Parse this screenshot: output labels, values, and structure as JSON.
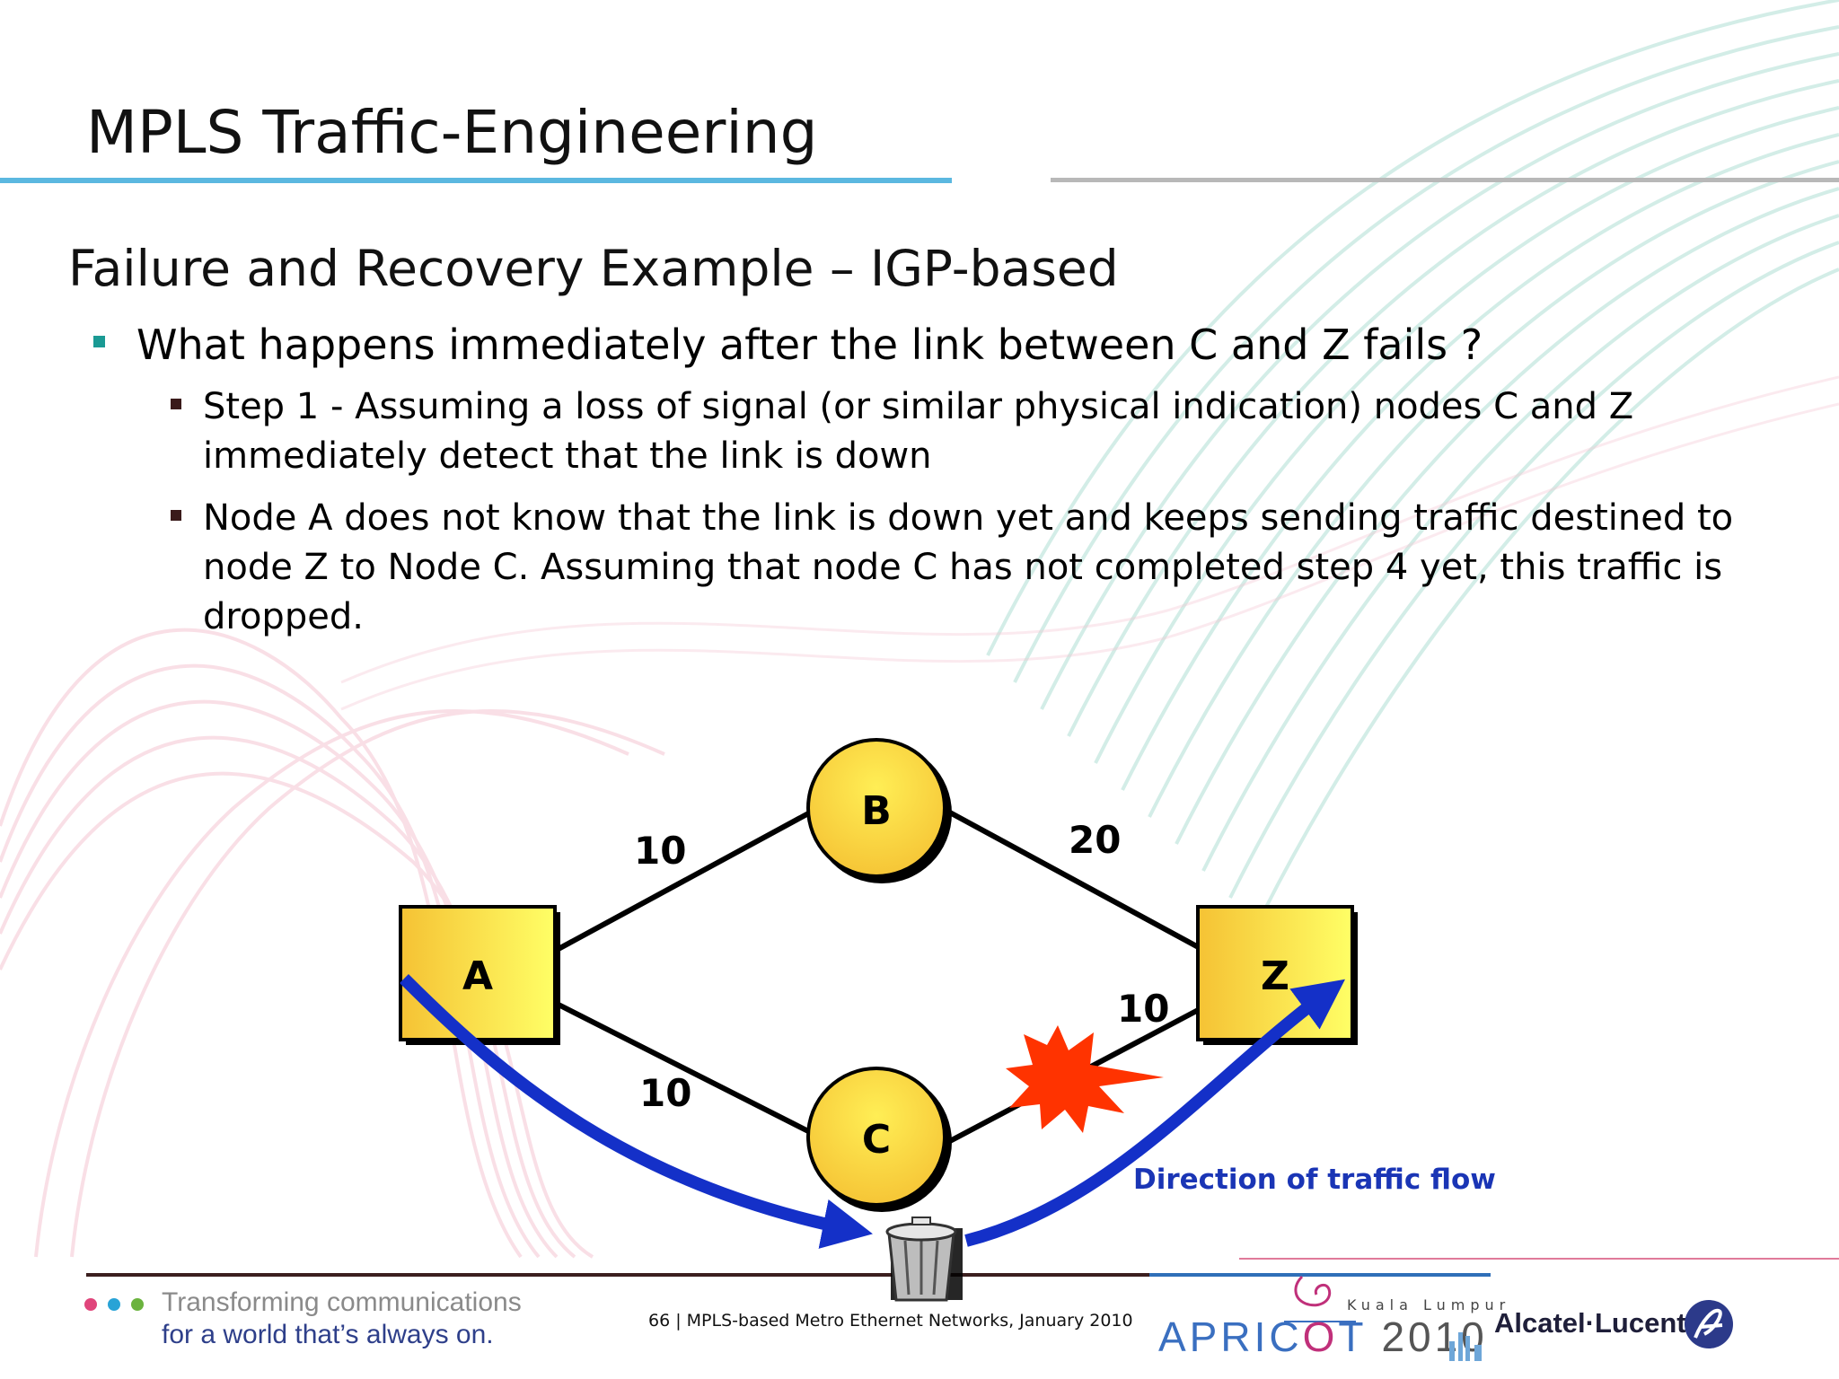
{
  "slide": {
    "title": "MPLS Traffic-Engineering",
    "subtitle": "Failure and Recovery Example – IGP-based",
    "bullets": [
      {
        "text": "What happens immediately after the link between C and Z fails ?",
        "sub": [
          " Step 1 - Assuming a loss of signal (or similar physical indication) nodes C and Z immediately detect that the link is down",
          "Node A does not know that the link is down yet and keeps sending traffic destined to node Z to Node C. Assuming that node C has not completed step 4 yet, this traffic is dropped."
        ]
      }
    ]
  },
  "diagram": {
    "nodes": [
      {
        "id": "A",
        "label": "A",
        "shape": "square"
      },
      {
        "id": "B",
        "label": "B",
        "shape": "circle"
      },
      {
        "id": "C",
        "label": "C",
        "shape": "circle"
      },
      {
        "id": "Z",
        "label": "Z",
        "shape": "square"
      }
    ],
    "links": [
      {
        "from": "A",
        "to": "B",
        "metric": "10"
      },
      {
        "from": "B",
        "to": "Z",
        "metric": "20"
      },
      {
        "from": "A",
        "to": "C",
        "metric": "10"
      },
      {
        "from": "C",
        "to": "Z",
        "metric": "10",
        "state": "failed"
      }
    ],
    "flow_label": "Direction of traffic flow",
    "failure_icon": "explosion-icon",
    "drop_icon": "trash-can-icon"
  },
  "footer": {
    "tagline_line1": "Transforming communications",
    "tagline_line2": "for a world that’s always on.",
    "page_info": "66 | MPLS-based Metro Ethernet Networks, January 2010",
    "event_location": "Kuala Lumpur",
    "event_name_left": "APRIC",
    "event_name_mid": "O",
    "event_name_right": "T",
    "event_year": "2010",
    "company": "Alcatel·Lucent",
    "dot_colors": [
      "#e0457b",
      "#29a3d6",
      "#6bb33e"
    ]
  },
  "colors": {
    "flow_arrow": "#1430c8",
    "node_fill_light": "#ffff66",
    "node_fill_dark": "#f5c234",
    "explosion": "#ff3300",
    "accent_teal": "#1a9a94",
    "flow_label": "#1a35b5"
  }
}
